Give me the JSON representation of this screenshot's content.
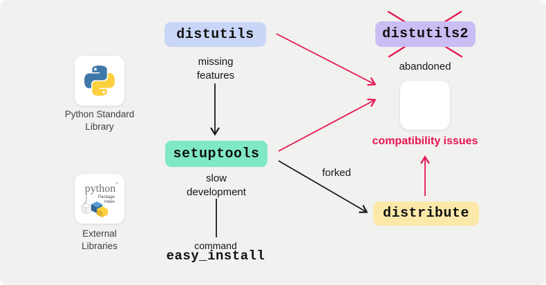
{
  "colors": {
    "background": "#f1f1ef",
    "distutils_box": "#c9d6f8",
    "distutils2_box": "#c9bdf3",
    "setuptools_box": "#7fe9c4",
    "distribute_box": "#fce9a9",
    "accent_red": "#e4164f",
    "text": "#1a1a1a"
  },
  "nodes": {
    "distutils": "distutils",
    "distutils2": "distutils2",
    "setuptools": "setuptools",
    "distribute": "distribute",
    "easy_install": "easy_install"
  },
  "annotations": {
    "missing_features": "missing\nfeatures",
    "abandoned": "abandoned",
    "compatibility_issues": "compatibility issues",
    "slow_development": "slow\ndevelopment",
    "forked": "forked",
    "command": "command"
  },
  "legend": {
    "python_standard_library": "Python Standard\nLibrary",
    "external_libraries": "External\nLibraries"
  },
  "pypi_logo": {
    "wordmark": "python",
    "trademark": "™",
    "subtitle_line1": "Package",
    "subtitle_line2": "Index"
  }
}
